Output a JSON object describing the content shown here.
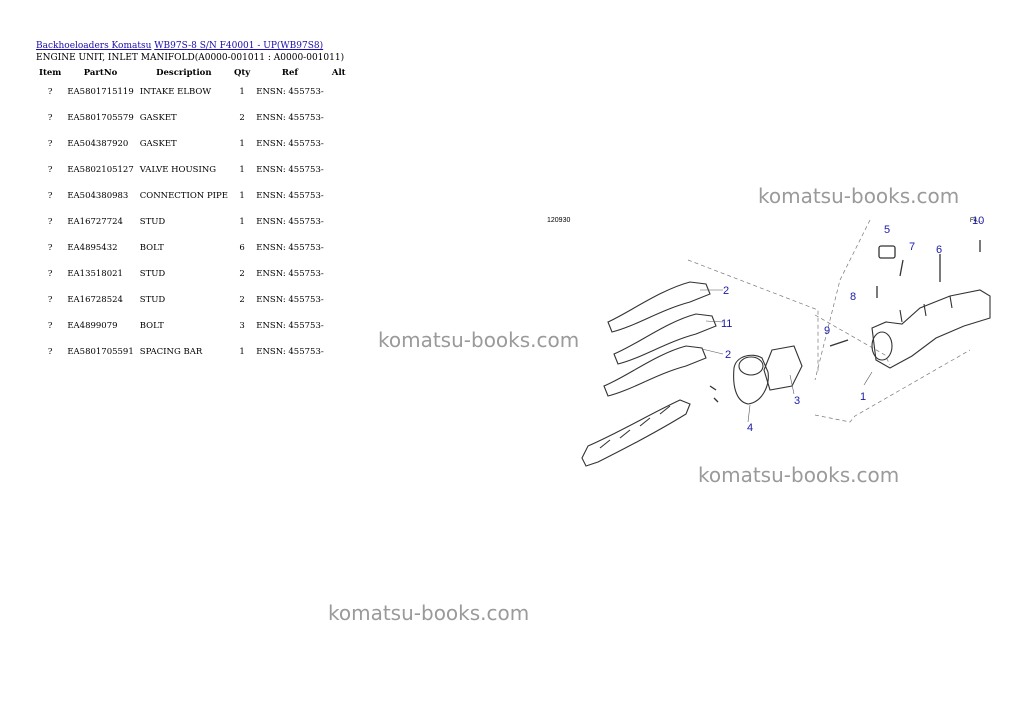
{
  "breadcrumb": {
    "link1": "Backhoeloaders Komatsu",
    "link2": "WB97S-8 S/N F40001 - UP(WB97S8)"
  },
  "subtitle": "ENGINE UNIT, INLET MANIFOLD(A0000-001011 : A0000-001011)",
  "table": {
    "headers": [
      "Item",
      "PartNo",
      "Description",
      "Qty",
      "Ref",
      "Alt"
    ],
    "rows": [
      {
        "item": "?",
        "part": "EA5801715119",
        "desc": "INTAKE ELBOW",
        "qty": "1",
        "ref": "ENSN: 455753-"
      },
      {
        "item": "?",
        "part": "EA5801705579",
        "desc": "GASKET",
        "qty": "2",
        "ref": "ENSN: 455753-"
      },
      {
        "item": "?",
        "part": "EA504387920",
        "desc": "GASKET",
        "qty": "1",
        "ref": "ENSN: 455753-"
      },
      {
        "item": "?",
        "part": "EA5802105127",
        "desc": "VALVE HOUSING",
        "qty": "1",
        "ref": "ENSN: 455753-"
      },
      {
        "item": "?",
        "part": "EA504380983",
        "desc": "CONNECTION PIPE",
        "qty": "1",
        "ref": "ENSN: 455753-"
      },
      {
        "item": "?",
        "part": "EA16727724",
        "desc": "STUD",
        "qty": "1",
        "ref": "ENSN: 455753-"
      },
      {
        "item": "?",
        "part": "EA4895432",
        "desc": "BOLT",
        "qty": "6",
        "ref": "ENSN: 455753-"
      },
      {
        "item": "?",
        "part": "EA13518021",
        "desc": "STUD",
        "qty": "2",
        "ref": "ENSN: 455753-"
      },
      {
        "item": "?",
        "part": "EA16728524",
        "desc": "STUD",
        "qty": "2",
        "ref": "ENSN: 455753-"
      },
      {
        "item": "?",
        "part": "EA4899079",
        "desc": "BOLT",
        "qty": "3",
        "ref": "ENSN: 455753-"
      },
      {
        "item": "?",
        "part": "EA5801705591",
        "desc": "SPACING BAR",
        "qty": "1",
        "ref": "ENSN: 455753-"
      }
    ]
  },
  "watermark": "komatsu-books.com",
  "diagram": {
    "code": "120930",
    "corner_code": "F4...",
    "callouts": [
      "1",
      "2",
      "2",
      "3",
      "4",
      "5",
      "6",
      "7",
      "8",
      "9",
      "10",
      "11"
    ]
  }
}
